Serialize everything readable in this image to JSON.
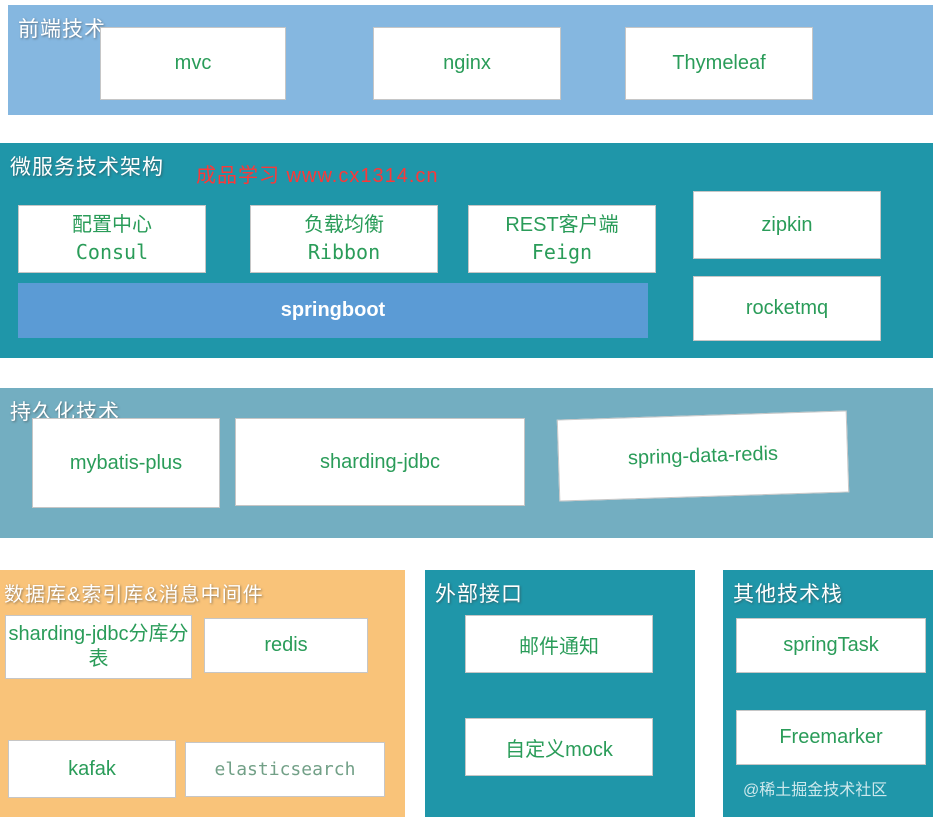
{
  "sections": {
    "frontend": {
      "title": "前端技术",
      "items": [
        "mvc",
        "nginx",
        "Thymeleaf"
      ]
    },
    "microservice": {
      "title": "微服务技术架构",
      "watermark": "成品学习 www.cx1314.cn",
      "boxes": [
        {
          "line1": "配置中心",
          "line2": "Consul"
        },
        {
          "line1": "负载均衡",
          "line2": "Ribbon"
        },
        {
          "line1": "REST客户端",
          "line2": "Feign"
        }
      ],
      "zipkin": "zipkin",
      "springboot": "springboot",
      "rocketmq": "rocketmq"
    },
    "persistence": {
      "title": "持久化技术",
      "items": [
        "mybatis-plus",
        "sharding-jdbc",
        "spring-data-redis"
      ]
    },
    "database": {
      "title": "数据库&索引库&消息中间件",
      "items": [
        "sharding-jdbc分库分表",
        "redis",
        "kafak",
        "elasticsearch"
      ]
    },
    "external": {
      "title": "外部接口",
      "items": [
        "邮件通知",
        "自定义mock"
      ]
    },
    "other": {
      "title": "其他技术栈",
      "items": [
        "springTask",
        "Freemarker"
      ],
      "watermark": "@稀土掘金技术社区"
    }
  },
  "colors": {
    "frontend_bg": "#85b7e0",
    "teal_bg": "#1f96a9",
    "persistence_bg": "#73aec1",
    "orange_bg": "#f9c379",
    "box_text_green": "#2a9c59",
    "springboot_bg": "#5b9bd5",
    "watermark_red": "#fb3838",
    "elasticsearch_text": "#72a087"
  }
}
